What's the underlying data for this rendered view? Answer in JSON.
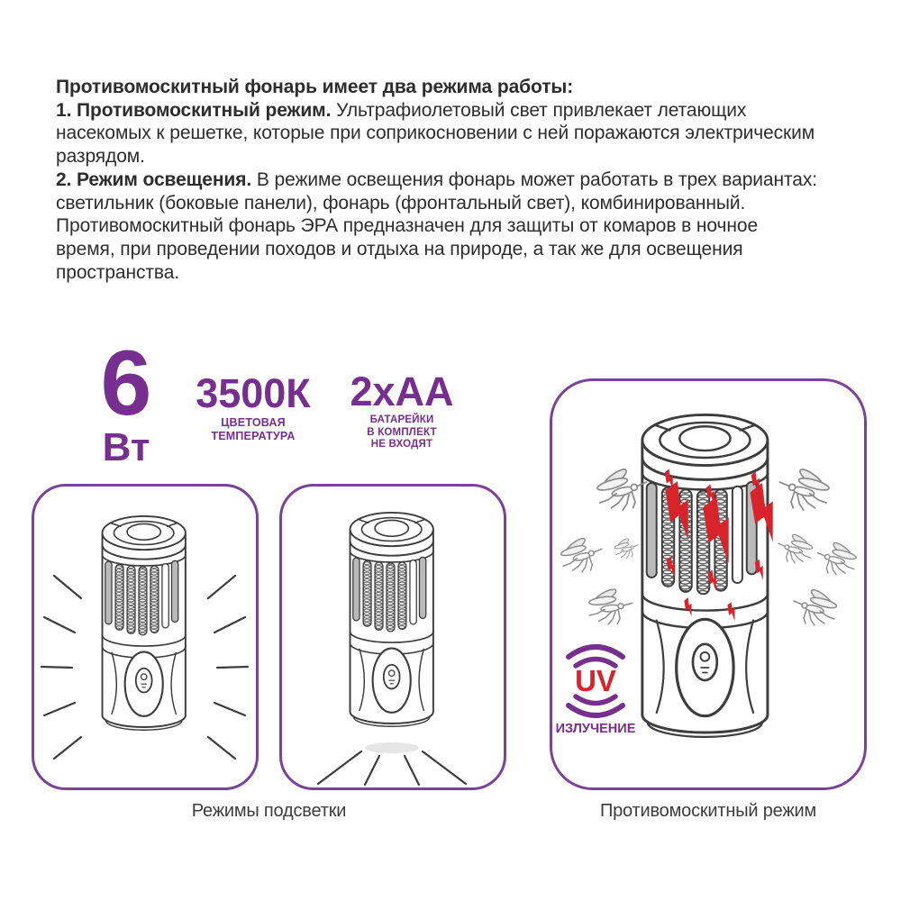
{
  "description": {
    "intro": "Противомоскитный фонарь имеет два режима работы:",
    "mode1_title": "1. Противомоскитный режим.",
    "mode1_text": "Ультрафиолетовый свет привлекает летающих насекомых к решетке, которые при соприкосновении с ней поражаются электрическим разрядом.",
    "mode2_title": "2. Режим освещения.",
    "mode2_text": "В режиме освещения фонарь может работать в трех вариантах: светильник (боковые панели), фонарь (фронтальный свет), комбинированный.",
    "outro": "Противомоскитный фонарь ЭРА предназначен для защиты от комаров  в ночное время, при проведении  походов и отдыха на природе, а так же для освещения пространства."
  },
  "specs": {
    "power": {
      "value": "6",
      "unit": "Вт"
    },
    "temperature": {
      "value": "3500К",
      "label_lines": [
        "ЦВЕТОВАЯ",
        "ТЕМПЕРАТУРА"
      ]
    },
    "battery": {
      "value": "2хАА",
      "label_lines": [
        "БАТАРЕЙКИ",
        "В КОМПЛЕКТ",
        "НЕ ВХОДЯТ"
      ]
    }
  },
  "panels": {
    "mosquito": {
      "uv_text": "UV",
      "uv_label": "ИЗЛУЧЕНИЕ"
    }
  },
  "captions": {
    "light_modes": "Режимы подсветки",
    "mosquito_mode": "Противомоскитный режим"
  },
  "colors": {
    "accent_purple": "#772F8F",
    "panel_border_purple": "#7B4397",
    "alert_red": "#D8232B",
    "body_text": "#2D2D2D",
    "caption_text": "#3C3C3C",
    "illustration_line": "#3D3D3D",
    "mosquito_gray": "#8A8A8A"
  }
}
